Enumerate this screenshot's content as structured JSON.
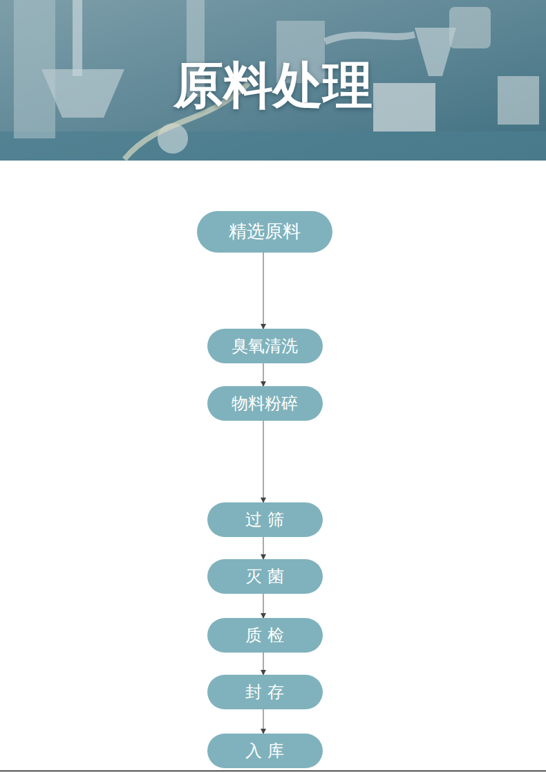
{
  "diagram": {
    "title": "原料处理",
    "nodes": [
      {
        "text": [
          "精选原料"
        ]
      },
      {
        "text": [
          "臭氧清洗"
        ]
      },
      {
        "text": [
          "物料粉碎"
        ]
      },
      {
        "text": [
          "过 筛"
        ]
      },
      {
        "text": [
          "灭 菌"
        ]
      },
      {
        "text": [
          "质 检"
        ]
      },
      {
        "text": [
          "封 存"
        ]
      },
      {
        "text": [
          "入 库"
        ]
      }
    ],
    "edges": [
      {
        "from": 0,
        "to": 1,
        "arrow": "to"
      },
      {
        "from": 1,
        "to": 2,
        "arrow": "to"
      },
      {
        "from": 2,
        "to": 3,
        "arrow": "to"
      },
      {
        "from": 3,
        "to": 4,
        "arrow": "to"
      },
      {
        "from": 4,
        "to": 5,
        "arrow": "to"
      },
      {
        "from": 5,
        "to": 6,
        "arrow": "to"
      },
      {
        "from": 6,
        "to": 7,
        "arrow": "to"
      }
    ]
  }
}
